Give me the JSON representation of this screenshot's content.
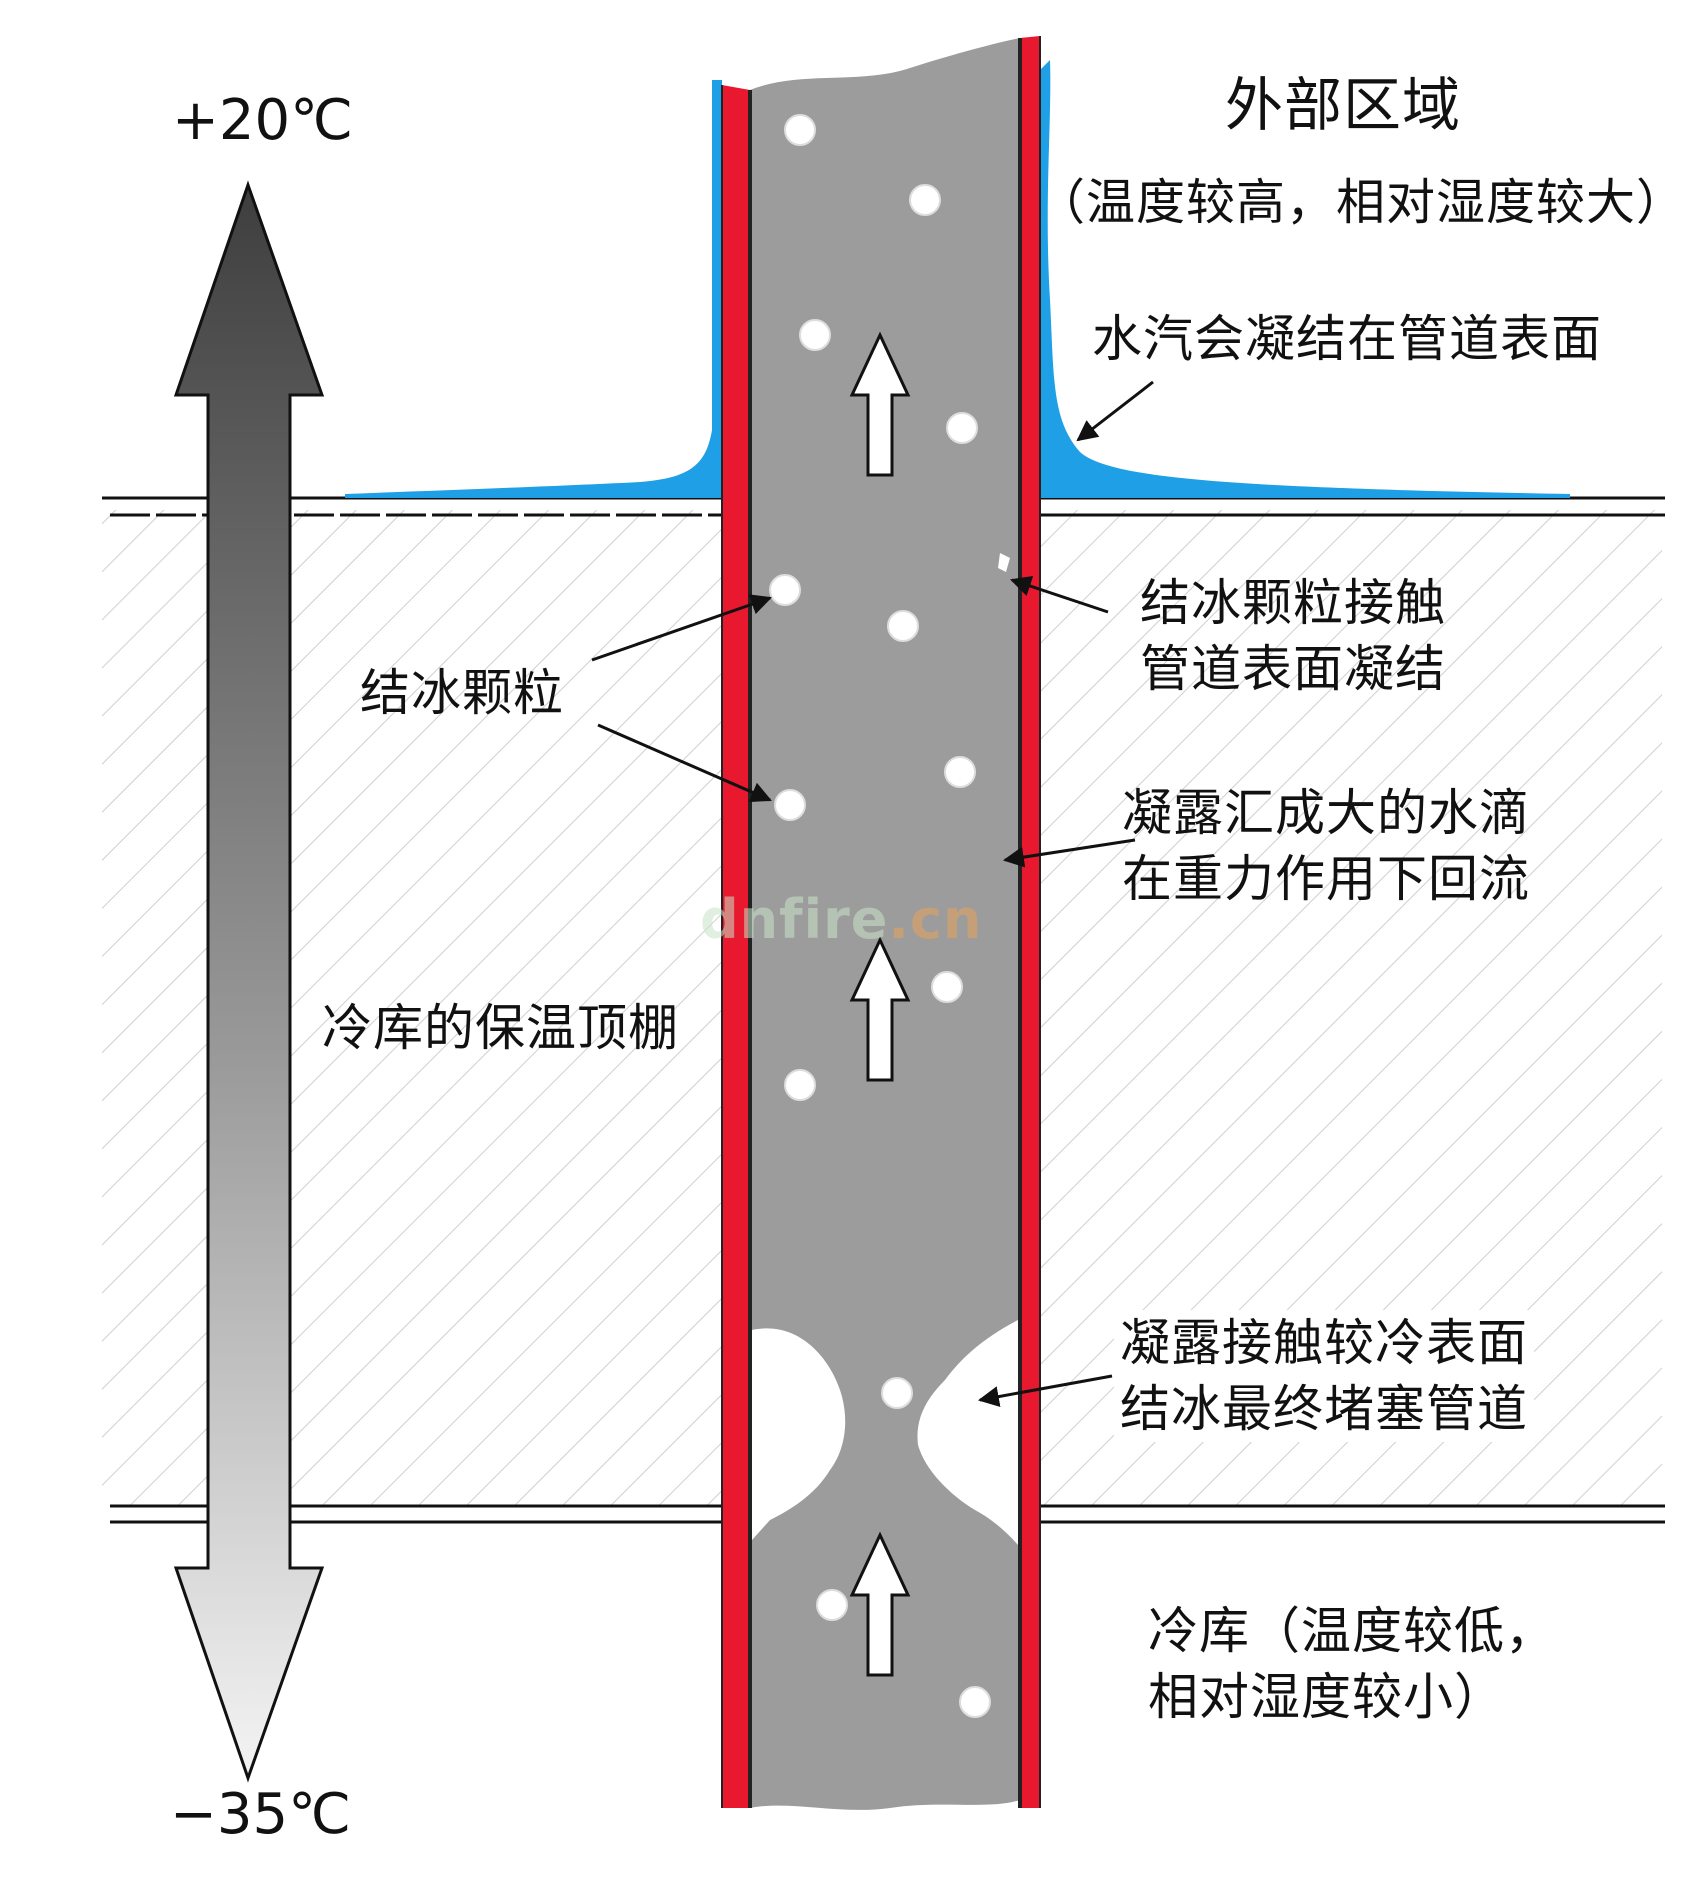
{
  "colors": {
    "pipe_wall": "#e8182e",
    "pipe_inner": "#9c9c9c",
    "condensate": "#1fa0e6",
    "ice": "#ffffff",
    "hatch": "#cfcfcf",
    "gauge_top": "#444444",
    "gauge_bottom": "#f2f2f2"
  },
  "icons": {
    "flow_arrow": "up-arrow-icon",
    "temperature_gauge": "double-arrow-gauge-icon"
  },
  "temperature": {
    "top": "+20℃",
    "bottom": "−35℃"
  },
  "labels": {
    "outside_title": "外部区域",
    "outside_desc": "（温度较高，相对湿度较大）",
    "vapor": "水汽会凝结在管道表面",
    "ice_particles": "结冰颗粒",
    "particle_contact": [
      "结冰颗粒接触",
      "管道表面凝结"
    ],
    "droplets": [
      "凝露汇成大的水滴",
      "在重力作用下回流"
    ],
    "ceiling": "冷库的保温顶棚",
    "blockage": [
      "凝露接触较冷表面",
      "结冰最终堵塞管道"
    ],
    "cold_room": [
      "冷库（温度较低，",
      "相对湿度较小）"
    ]
  },
  "watermark": {
    "text": "dnfire",
    "suffix": ".cn"
  }
}
